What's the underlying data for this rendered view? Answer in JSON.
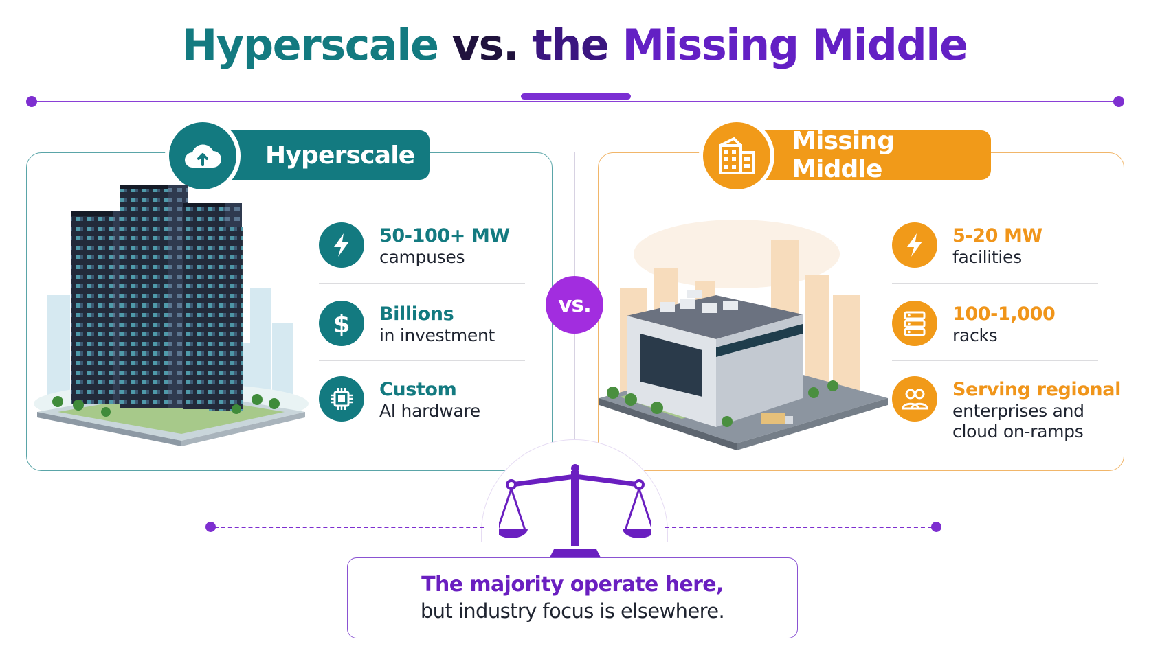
{
  "title": {
    "part1": "Hyperscale",
    "part2": "vs.",
    "part3": "the",
    "part4": "Missing Middle"
  },
  "colors": {
    "teal": "#137a80",
    "orange": "#f19a19",
    "purple": "#7e2fd0",
    "vs_purple": "#a22ddf"
  },
  "hyperscale": {
    "label": "Hyperscale",
    "icon": "cloud-upload-icon",
    "stats": [
      {
        "key": "50-100+ MW",
        "value": "campuses",
        "icon": "lightning-icon"
      },
      {
        "key": "Billions",
        "value": "in investment",
        "icon": "dollar-icon"
      },
      {
        "key": "Custom",
        "value": "AI hardware",
        "icon": "chip-icon"
      }
    ]
  },
  "missing_middle": {
    "label": "Missing Middle",
    "icon": "building-icon",
    "stats": [
      {
        "key": "5-20 MW",
        "value": "facilities",
        "icon": "lightning-icon"
      },
      {
        "key": "100-1,000",
        "value": "racks",
        "icon": "server-rack-icon"
      },
      {
        "key": "Serving regional",
        "value": "enterprises and",
        "value2": "cloud on-ramps",
        "icon": "users-icon"
      }
    ]
  },
  "vs_label": "vs.",
  "note": {
    "line1": "The majority operate here,",
    "line2": "but industry focus is elsewhere."
  }
}
